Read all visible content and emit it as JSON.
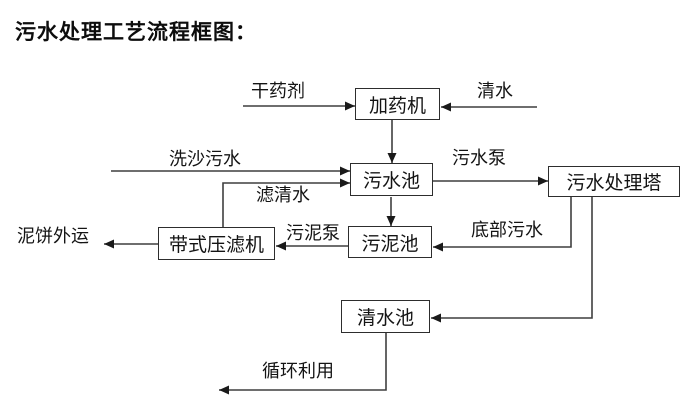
{
  "title": "污水处理工艺流程框图：",
  "nodes": {
    "dosing_machine": {
      "label": "加药机"
    },
    "sewage_pool": {
      "label": "污水池"
    },
    "treatment_tower": {
      "label": "污水处理塔"
    },
    "sludge_pool": {
      "label": "污泥池"
    },
    "belt_filter_press": {
      "label": "带式压滤机"
    },
    "clear_water_pool": {
      "label": "清水池"
    }
  },
  "edge_labels": {
    "dry_chemical": {
      "label": "干药剂"
    },
    "clear_water_in": {
      "label": "清水"
    },
    "sand_washing_sewage": {
      "label": "洗沙污水"
    },
    "sewage_pump": {
      "label": "污水泵"
    },
    "filtered_water": {
      "label": "滤清水"
    },
    "sludge_pump": {
      "label": "污泥泵"
    },
    "bottom_sewage": {
      "label": "底部污水"
    },
    "mud_cake_out": {
      "label": "泥饼外运"
    },
    "recycle_use": {
      "label": "循环利用"
    }
  },
  "colors": {
    "background": "#ffffff",
    "line": "#3f3f3f",
    "box_border": "#2d2d2d",
    "text": "#141414"
  }
}
